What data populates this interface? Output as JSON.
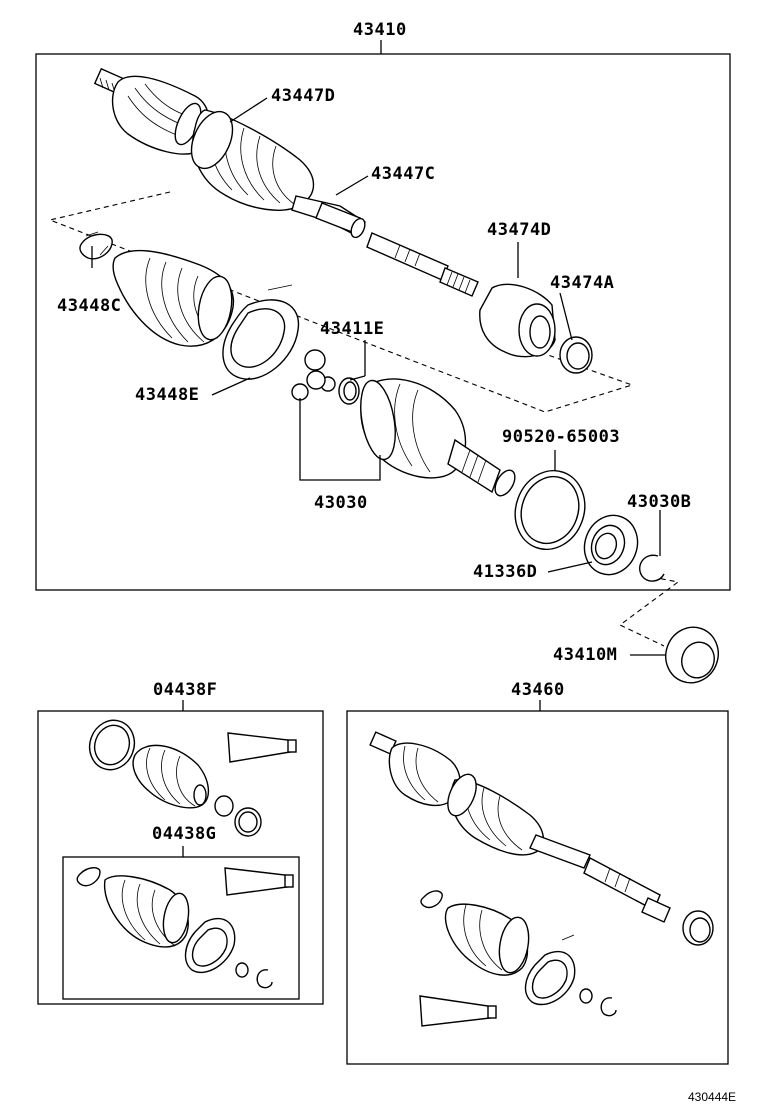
{
  "labels": {
    "assembly_main": "43410",
    "p_43447D": "43447D",
    "p_43447C": "43447C",
    "p_43474D": "43474D",
    "p_43474A": "43474A",
    "p_43448C": "43448C",
    "p_43411E": "43411E",
    "p_43448E": "43448E",
    "p_90520": "90520-65003",
    "p_43030B": "43030B",
    "p_43030": "43030",
    "p_41336D": "41336D",
    "p_43410M": "43410M",
    "kit_04438F": "04438F",
    "kit_04438G": "04438G",
    "assembly_43460": "43460"
  },
  "reference_code": "430444E"
}
